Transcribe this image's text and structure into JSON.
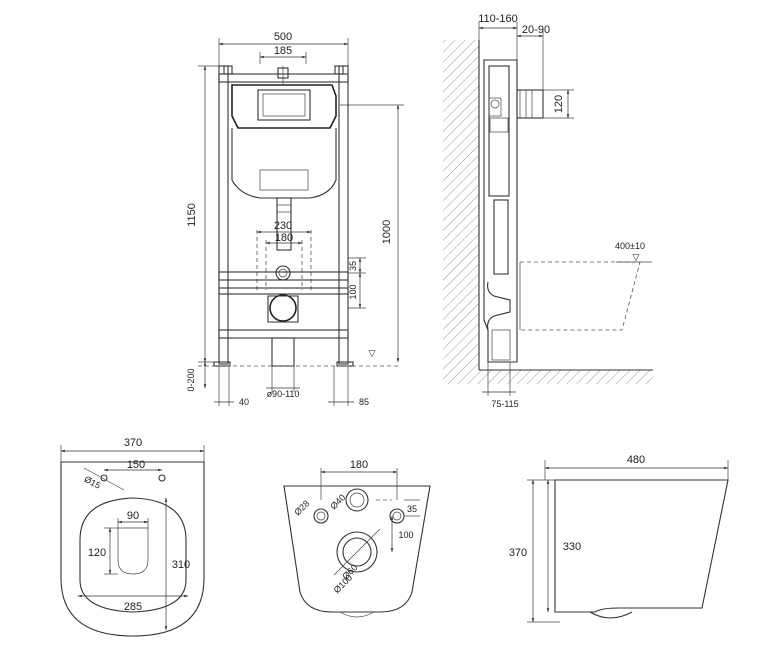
{
  "front_view": {
    "width_total": "500",
    "width_top": "185",
    "height_total": "1150",
    "height_inner": "1000",
    "width_pipes_outer": "230",
    "width_pipes_inner": "180",
    "dim_35": "35",
    "dim_100": "100",
    "dim_0_200": "0-200",
    "dim_40": "40",
    "pipe_diameter": "ø90-110",
    "dim_85": "85"
  },
  "side_view": {
    "wall_depth": "110-160",
    "offset": "20-90",
    "dim_120": "120",
    "height_400": "400±10",
    "floor_offset": "75-115"
  },
  "bowl_top": {
    "width": "370",
    "hole_spacing": "150",
    "hole_dia": "Ø15",
    "inner_width": "90",
    "inner_depth": "120",
    "depth": "310",
    "bottom_width": "285"
  },
  "bowl_back": {
    "spacing": "180",
    "dia_28": "Ø28",
    "dia_40": "Ø40",
    "dim_35": "35",
    "dim_100": "100",
    "dia_60": "Ø60",
    "dia_100": "Ø100"
  },
  "bowl_side": {
    "length": "480",
    "height_total": "370",
    "height_bowl": "330"
  }
}
